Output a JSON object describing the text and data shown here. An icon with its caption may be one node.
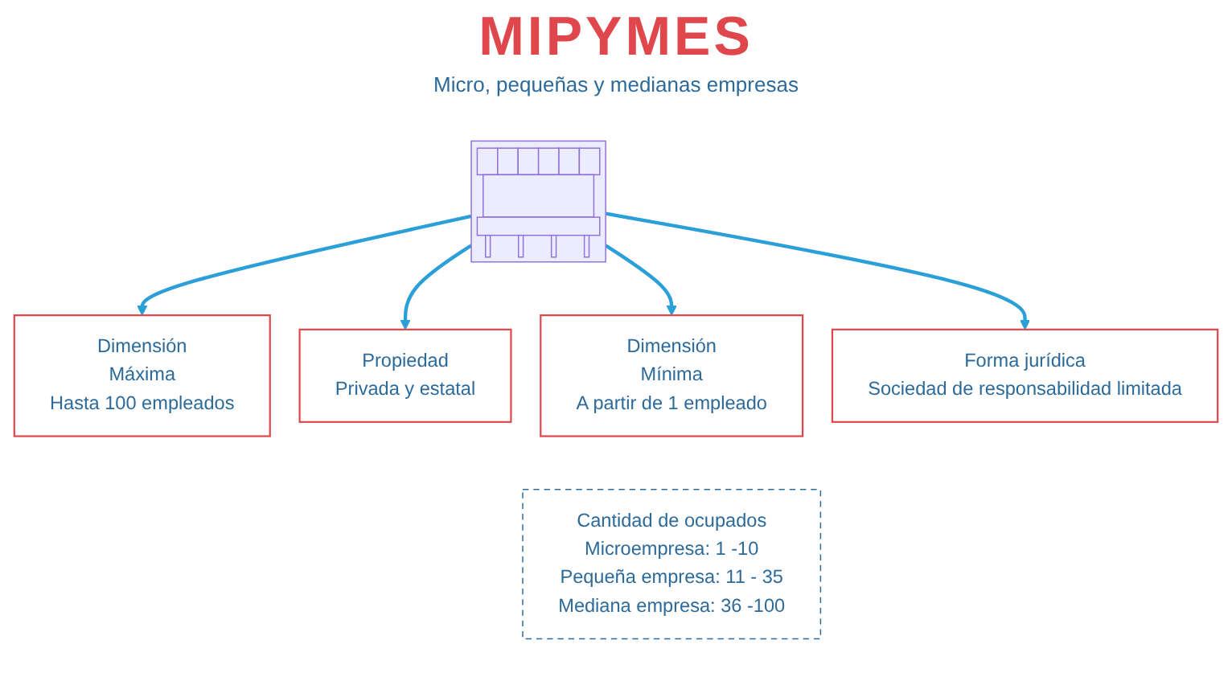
{
  "diagram": {
    "title": "MIPYMES",
    "nodes": [
      {
        "text": [],
        "shape": "picture"
      },
      {
        "text": [
          "Dimensión",
          "Máxima",
          "Hasta 100 empleados"
        ]
      },
      {
        "text": [
          "Propiedad",
          "Privada y estatal"
        ]
      },
      {
        "text": [
          "Dimensión",
          "Mínima",
          "A partir de 1 empleado"
        ]
      },
      {
        "text": [
          "Forma jurídica",
          "Sociedad de responsabilidad limitada"
        ]
      },
      {
        "text": [
          "Cantidad de ocupados",
          "Microempresa:  1 -10",
          "Pequeña empresa:  11 - 35",
          "Mediana empresa:  36 -100"
        ]
      }
    ],
    "edges": [
      {
        "from": 0,
        "to": 1,
        "arrow": "to"
      },
      {
        "from": 0,
        "to": 2,
        "arrow": "to"
      },
      {
        "from": 0,
        "to": 3,
        "arrow": "to"
      },
      {
        "from": 0,
        "to": 4,
        "arrow": "to"
      }
    ],
    "labels": [
      "Micro, pequeñas y medianas empresas"
    ]
  }
}
